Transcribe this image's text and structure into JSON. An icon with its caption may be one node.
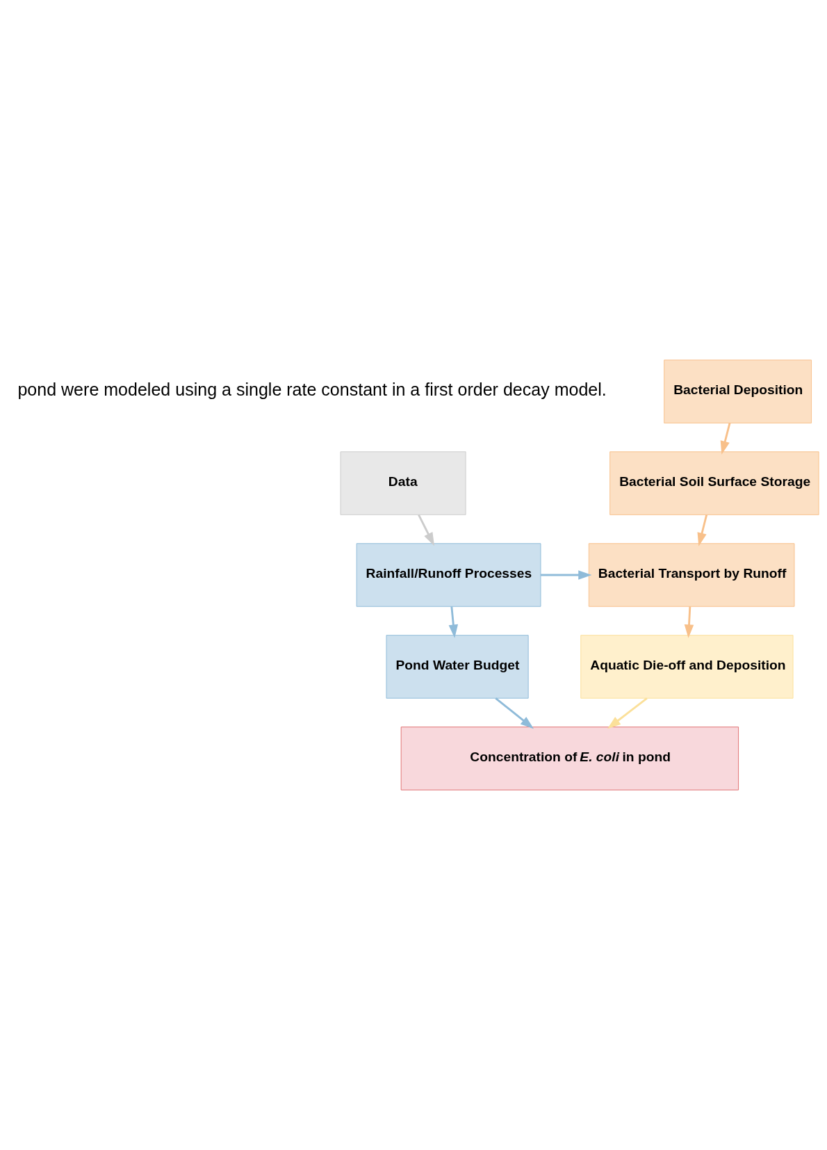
{
  "diagram": {
    "nodes": [
      {
        "text": [
          "Data"
        ]
      },
      {
        "text": [
          "Rainfall/Runoff Processes"
        ]
      },
      {
        "text": [
          "Pond Water Budget"
        ]
      },
      {
        "text": [
          "Bacterial Deposition"
        ]
      },
      {
        "text": [
          "Bacterial Soil Surface Storage"
        ]
      },
      {
        "text": [
          "Bacterial Transport by Runoff"
        ]
      },
      {
        "text": [
          "Aquatic Die-off and Deposition"
        ]
      },
      {
        "text": [
          "Concentration of *E. coli* in pond"
        ]
      }
    ],
    "edges": [
      {
        "from": 0,
        "to": 1,
        "arrow": "to",
        "color": "#cccccc"
      },
      {
        "from": 1,
        "to": 2,
        "arrow": "to",
        "color": "#8fbbd9"
      },
      {
        "from": 1,
        "to": 5,
        "arrow": "to",
        "color": "#8fbbd9"
      },
      {
        "from": 3,
        "to": 4,
        "arrow": "to",
        "color": "#f8c08a"
      },
      {
        "from": 4,
        "to": 5,
        "arrow": "to",
        "color": "#f8c08a"
      },
      {
        "from": 5,
        "to": 6,
        "arrow": "to",
        "color": "#f8c08a"
      },
      {
        "from": 2,
        "to": 7,
        "arrow": "to",
        "color": "#8fbbd9"
      },
      {
        "from": 6,
        "to": 7,
        "arrow": "to",
        "color": "#fbe09a"
      }
    ],
    "labels": [
      "pond were modeled using a single rate constant in a first order decay model."
    ]
  }
}
